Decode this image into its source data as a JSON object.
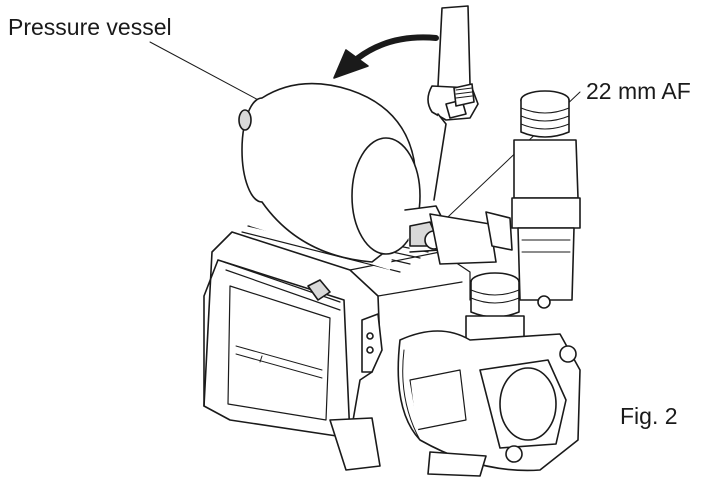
{
  "labels": {
    "pressure_vessel": "Pressure vessel",
    "spanner_size": "22 mm AF",
    "figure_number": "Fig. 2"
  },
  "colors": {
    "line": "#1a1a1a",
    "fill": "#ffffff",
    "shade": "#d9d9d9"
  },
  "icons": {
    "tool": "adjustable-wrench-icon",
    "direction": "curved-arrow-anticlockwise-icon"
  }
}
